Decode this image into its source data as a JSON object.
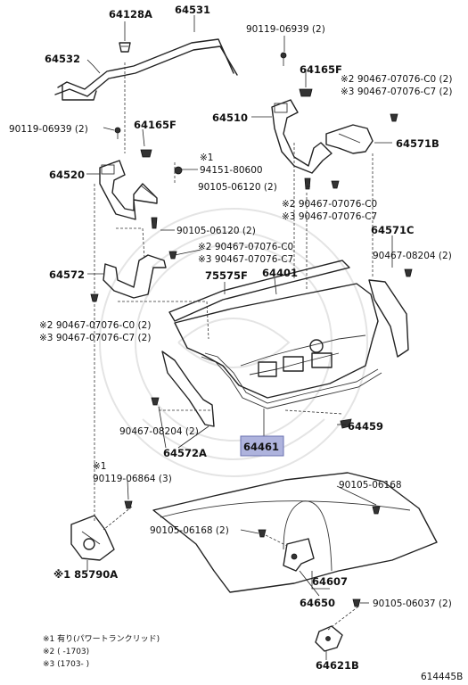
{
  "labels": {
    "l_64128A": "64128A",
    "l_64531": "64531",
    "l_64532": "64532",
    "l_90119_06939_a": "90119-06939 (2)",
    "l_64165F_a": "64165F",
    "l_64510": "64510",
    "l_note2_a": "※2 90467-07076-C0 (2)",
    "l_note3_a": "※3 90467-07076-C7 (2)",
    "l_64571B": "64571B",
    "l_90119_06939_b": "90119-06939 (2)",
    "l_64165F_b": "64165F",
    "l_note1_a": "※1",
    "l_94151": "94151-80600",
    "l_64520": "64520",
    "l_90105_06120_a": "90105-06120 (2)",
    "l_note2_b": "※2 90467-07076-C0",
    "l_note3_b": "※3 90467-07076-C7",
    "l_90105_06120_b": "90105-06120 (2)",
    "l_note2_c": "※2 90467-07076-C0",
    "l_note3_c": "※3 90467-07076-C7",
    "l_64571C": "64571C",
    "l_90467_08204_a": "90467-08204 (2)",
    "l_75575F": "75575F",
    "l_64401": "64401",
    "l_64572": "64572",
    "l_note2_d": "※2 90467-07076-C0 (2)",
    "l_note3_d": "※3 90467-07076-C7 (2)",
    "l_90467_08204_b": "90467-08204 (2)",
    "l_64459": "64459",
    "l_64572A": "64572A",
    "l_64461": "64461",
    "l_note1_b": "※1",
    "l_90119_06864": "90119-06864 (3)",
    "l_90105_06168_a": "90105-06168",
    "l_90105_06168_b": "90105-06168 (2)",
    "l_64607": "64607",
    "l_85790A": "※1 85790A",
    "l_64650": "64650",
    "l_90105_06037": "90105-06037 (2)",
    "l_64621B": "64621B"
  },
  "footnotes": [
    "※1 有り(パワートランクリッド)",
    "※2 (       -1703)",
    "※3 (1703-       )"
  ],
  "catalog_id": "614445B",
  "highlight_color": "#aeb3dd"
}
